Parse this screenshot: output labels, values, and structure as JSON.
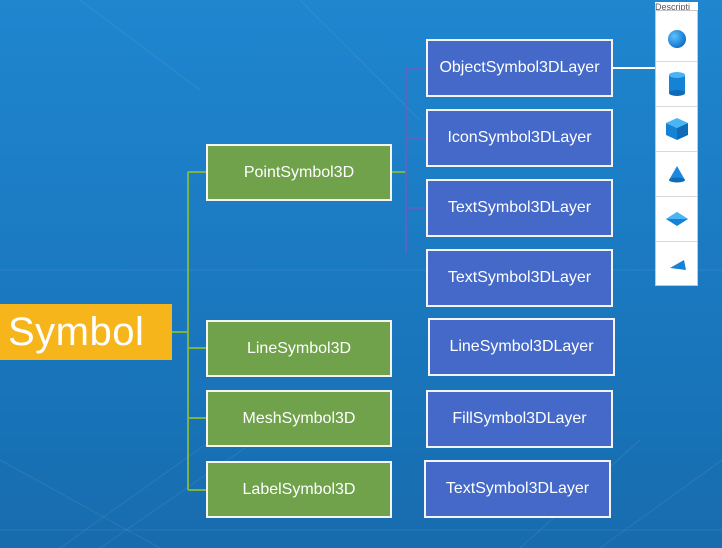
{
  "root": {
    "label": "Symbol"
  },
  "symbols": [
    {
      "label": "PointSymbol3D"
    },
    {
      "label": "LineSymbol3D"
    },
    {
      "label": "MeshSymbol3D"
    },
    {
      "label": "LabelSymbol3D"
    }
  ],
  "layers": [
    {
      "label": "ObjectSymbol3DLayer"
    },
    {
      "label": "IconSymbol3DLayer"
    },
    {
      "label": "TextSymbol3DLayer"
    },
    {
      "label": "TextSymbol3DLayer"
    },
    {
      "label": "LineSymbol3DLayer"
    },
    {
      "label": "FillSymbol3DLayer"
    },
    {
      "label": "TextSymbol3DLayer"
    }
  ],
  "panel": {
    "title": "Descripti",
    "icons": [
      "sphere-icon",
      "cylinder-icon",
      "cube-icon",
      "cone-icon",
      "diamond-icon",
      "tetrahedron-icon"
    ]
  },
  "colors": {
    "accent": "#f7b51c",
    "symbol_box": "#6fa24a",
    "layer_box": "#4469c8",
    "connector": "#7cb342",
    "background": "#1a78bf"
  }
}
